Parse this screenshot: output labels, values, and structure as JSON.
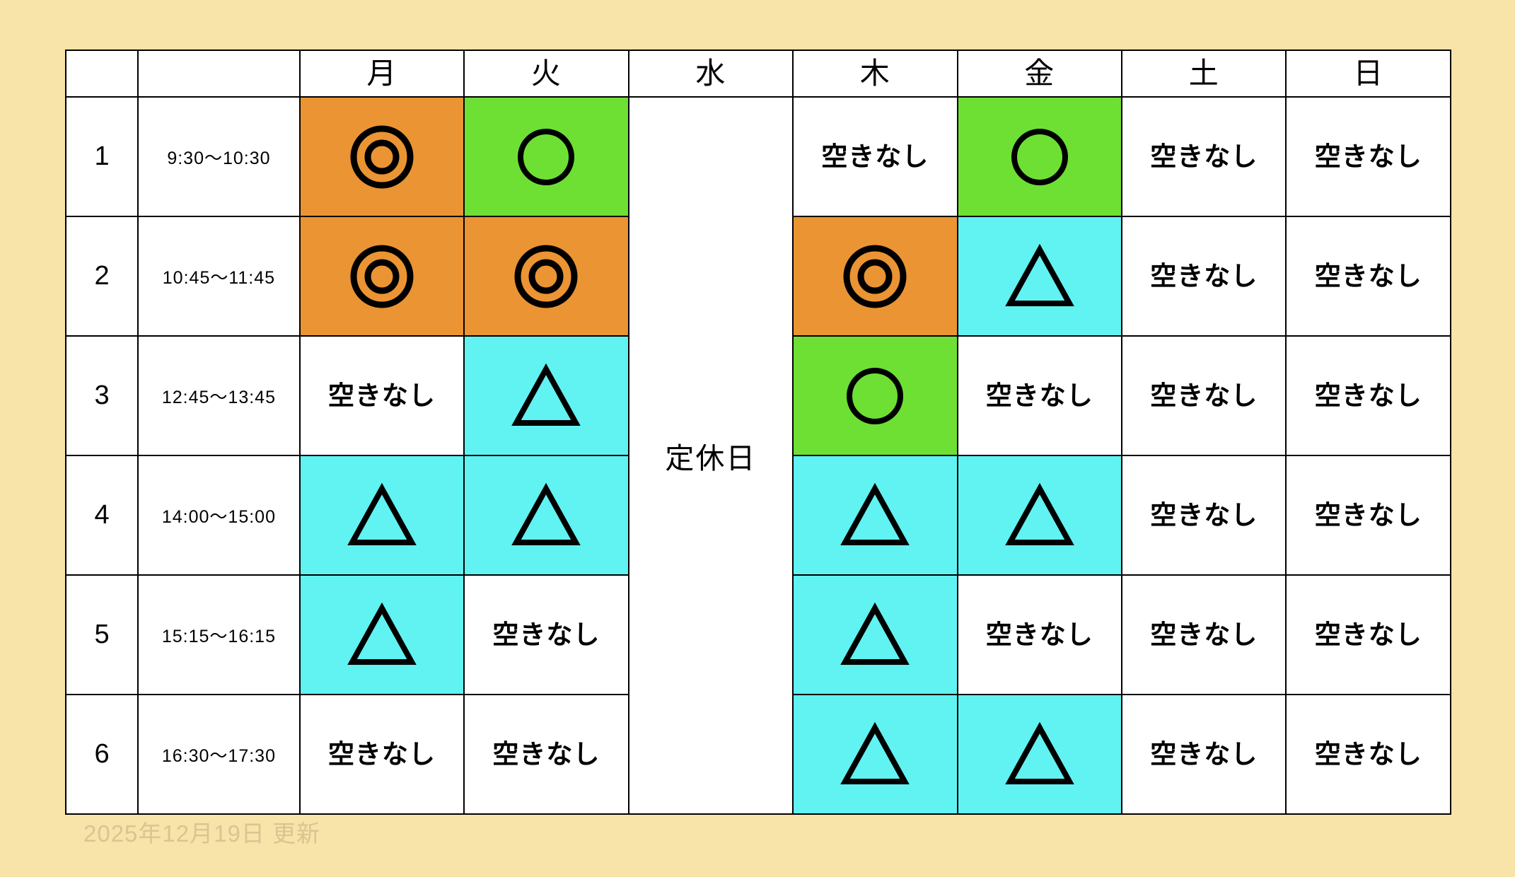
{
  "page": {
    "background_color": "#f8e3a9",
    "footer_note": "2025年12月19日 更新",
    "footer_note_color": "#d8c592"
  },
  "legend": {
    "double_circle": "◎",
    "circle": "○",
    "triangle": "△",
    "none_text": "空きなし",
    "closed_text": "定休日",
    "colors": {
      "orange": "#eb9433",
      "green": "#6ee034",
      "cyan": "#61f2f2",
      "white": "#ffffff",
      "border": "#000000"
    }
  },
  "table": {
    "corner_no_header": "",
    "corner_time_header": "",
    "day_headers": [
      "月",
      "火",
      "水",
      "木",
      "金",
      "土",
      "日"
    ],
    "closed_day_index": 2,
    "closed_label": "定休日",
    "rows": [
      {
        "no": "1",
        "time": "9:30〜10:30",
        "cells": [
          {
            "day": "月",
            "symbol": "◎",
            "kind": "double-circle",
            "bg": "orange"
          },
          {
            "day": "火",
            "symbol": "○",
            "kind": "circle",
            "bg": "green"
          },
          {
            "day": "木",
            "symbol": "空きなし",
            "kind": "none",
            "bg": "white"
          },
          {
            "day": "金",
            "symbol": "○",
            "kind": "circle",
            "bg": "green"
          },
          {
            "day": "土",
            "symbol": "空きなし",
            "kind": "none",
            "bg": "white"
          },
          {
            "day": "日",
            "symbol": "空きなし",
            "kind": "none",
            "bg": "white"
          }
        ]
      },
      {
        "no": "2",
        "time": "10:45〜11:45",
        "cells": [
          {
            "day": "月",
            "symbol": "◎",
            "kind": "double-circle",
            "bg": "orange"
          },
          {
            "day": "火",
            "symbol": "◎",
            "kind": "double-circle",
            "bg": "orange"
          },
          {
            "day": "木",
            "symbol": "◎",
            "kind": "double-circle",
            "bg": "orange"
          },
          {
            "day": "金",
            "symbol": "△",
            "kind": "triangle",
            "bg": "cyan"
          },
          {
            "day": "土",
            "symbol": "空きなし",
            "kind": "none",
            "bg": "white"
          },
          {
            "day": "日",
            "symbol": "空きなし",
            "kind": "none",
            "bg": "white"
          }
        ]
      },
      {
        "no": "3",
        "time": "12:45〜13:45",
        "cells": [
          {
            "day": "月",
            "symbol": "空きなし",
            "kind": "none",
            "bg": "white"
          },
          {
            "day": "火",
            "symbol": "△",
            "kind": "triangle",
            "bg": "cyan"
          },
          {
            "day": "木",
            "symbol": "○",
            "kind": "circle",
            "bg": "green"
          },
          {
            "day": "金",
            "symbol": "空きなし",
            "kind": "none",
            "bg": "white"
          },
          {
            "day": "土",
            "symbol": "空きなし",
            "kind": "none",
            "bg": "white"
          },
          {
            "day": "日",
            "symbol": "空きなし",
            "kind": "none",
            "bg": "white"
          }
        ]
      },
      {
        "no": "4",
        "time": "14:00〜15:00",
        "cells": [
          {
            "day": "月",
            "symbol": "△",
            "kind": "triangle",
            "bg": "cyan"
          },
          {
            "day": "火",
            "symbol": "△",
            "kind": "triangle",
            "bg": "cyan"
          },
          {
            "day": "木",
            "symbol": "△",
            "kind": "triangle",
            "bg": "cyan"
          },
          {
            "day": "金",
            "symbol": "△",
            "kind": "triangle",
            "bg": "cyan"
          },
          {
            "day": "土",
            "symbol": "空きなし",
            "kind": "none",
            "bg": "white"
          },
          {
            "day": "日",
            "symbol": "空きなし",
            "kind": "none",
            "bg": "white"
          }
        ]
      },
      {
        "no": "5",
        "time": "15:15〜16:15",
        "cells": [
          {
            "day": "月",
            "symbol": "△",
            "kind": "triangle",
            "bg": "cyan"
          },
          {
            "day": "火",
            "symbol": "空きなし",
            "kind": "none",
            "bg": "white"
          },
          {
            "day": "木",
            "symbol": "△",
            "kind": "triangle",
            "bg": "cyan"
          },
          {
            "day": "金",
            "symbol": "空きなし",
            "kind": "none",
            "bg": "white"
          },
          {
            "day": "土",
            "symbol": "空きなし",
            "kind": "none",
            "bg": "white"
          },
          {
            "day": "日",
            "symbol": "空きなし",
            "kind": "none",
            "bg": "white"
          }
        ]
      },
      {
        "no": "6",
        "time": "16:30〜17:30",
        "cells": [
          {
            "day": "月",
            "symbol": "空きなし",
            "kind": "none",
            "bg": "white"
          },
          {
            "day": "火",
            "symbol": "空きなし",
            "kind": "none",
            "bg": "white"
          },
          {
            "day": "木",
            "symbol": "△",
            "kind": "triangle",
            "bg": "cyan"
          },
          {
            "day": "金",
            "symbol": "△",
            "kind": "triangle",
            "bg": "cyan"
          },
          {
            "day": "土",
            "symbol": "空きなし",
            "kind": "none",
            "bg": "white"
          },
          {
            "day": "日",
            "symbol": "空きなし",
            "kind": "none",
            "bg": "white"
          }
        ]
      }
    ]
  }
}
